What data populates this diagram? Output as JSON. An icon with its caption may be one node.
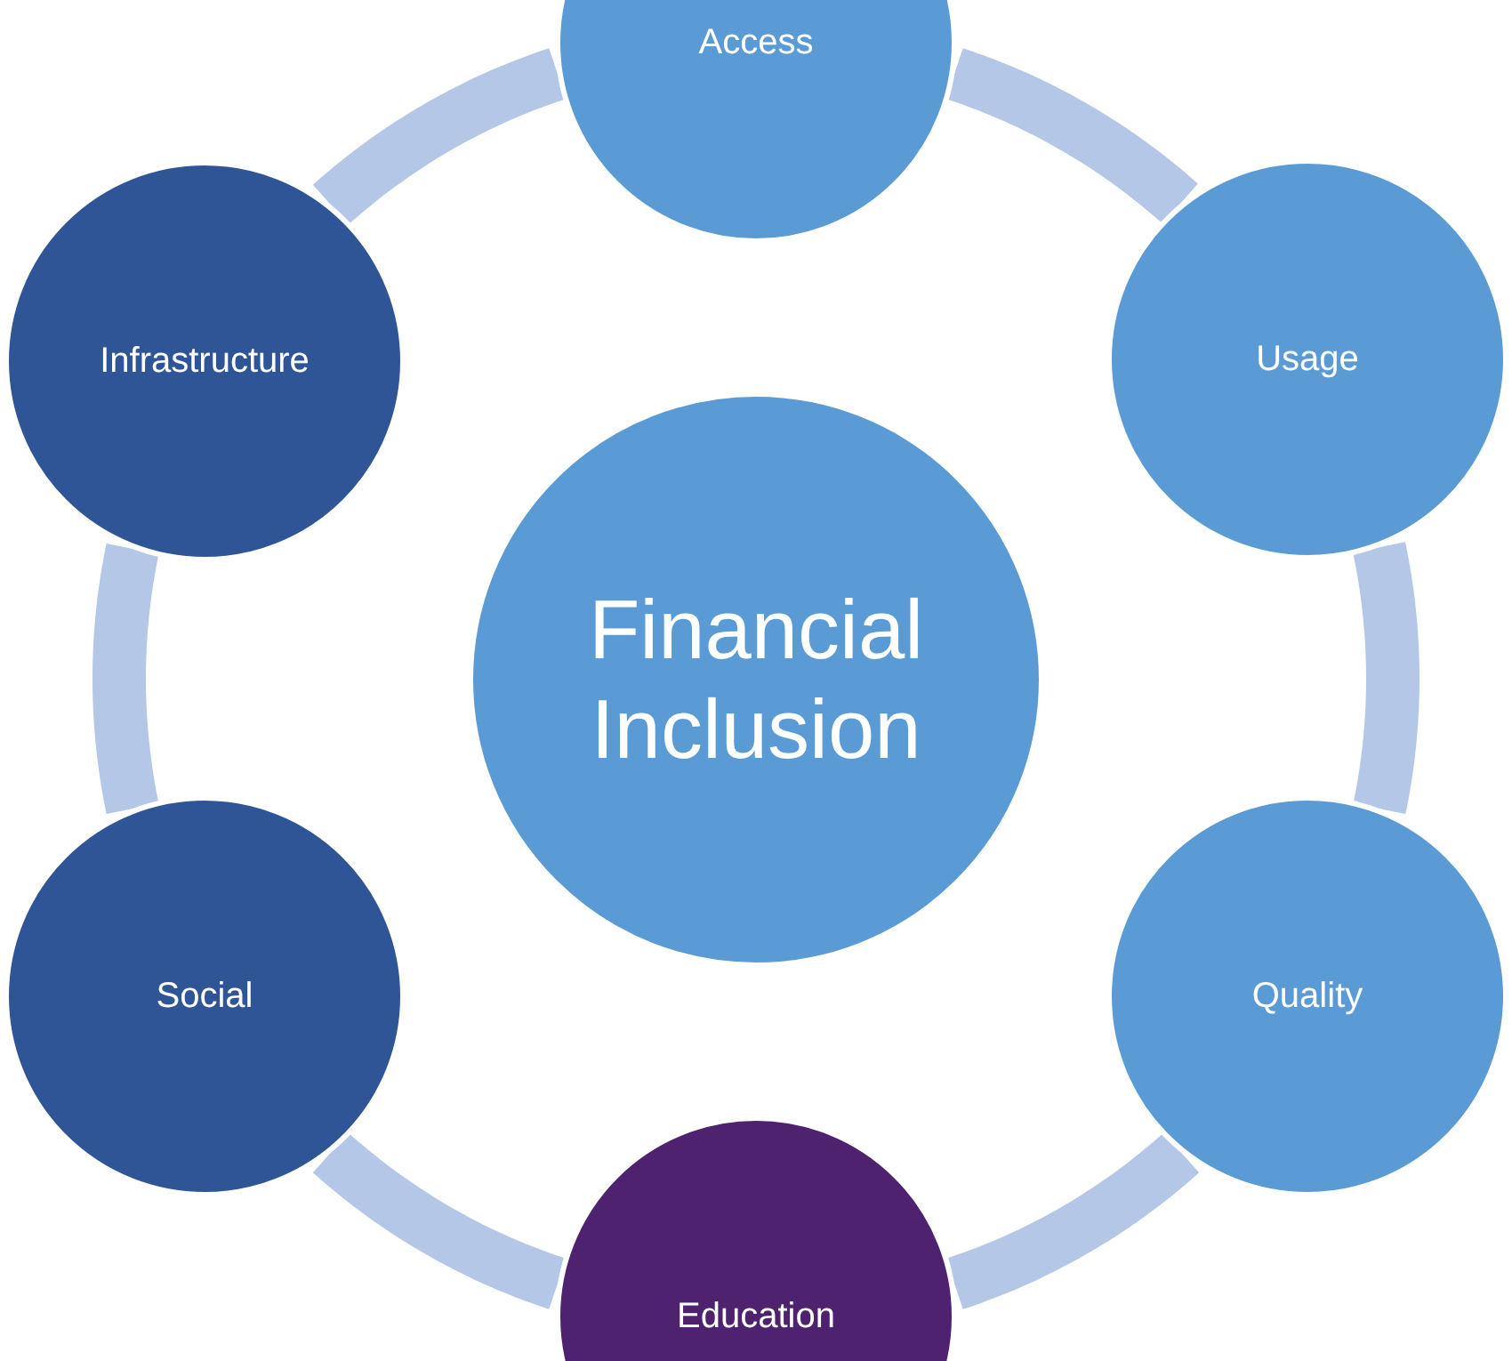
{
  "diagram": {
    "nodes": [
      {
        "text": [
          "Access"
        ]
      },
      {
        "text": [
          "Infrastructure"
        ]
      },
      {
        "text": [
          "Usage"
        ]
      },
      {
        "text": [
          "Financial Inclusion"
        ]
      },
      {
        "text": [
          "Social"
        ]
      },
      {
        "text": [
          "Quality"
        ]
      },
      {
        "text": [
          "Education"
        ]
      }
    ],
    "edges": [
      {
        "from": 0,
        "to": 2,
        "arrow": "none"
      },
      {
        "from": 2,
        "to": 5,
        "arrow": "none"
      },
      {
        "from": 5,
        "to": 6,
        "arrow": "none"
      },
      {
        "from": 6,
        "to": 4,
        "arrow": "none"
      },
      {
        "from": 4,
        "to": 1,
        "arrow": "none"
      },
      {
        "from": 1,
        "to": 0,
        "arrow": "none"
      }
    ]
  }
}
